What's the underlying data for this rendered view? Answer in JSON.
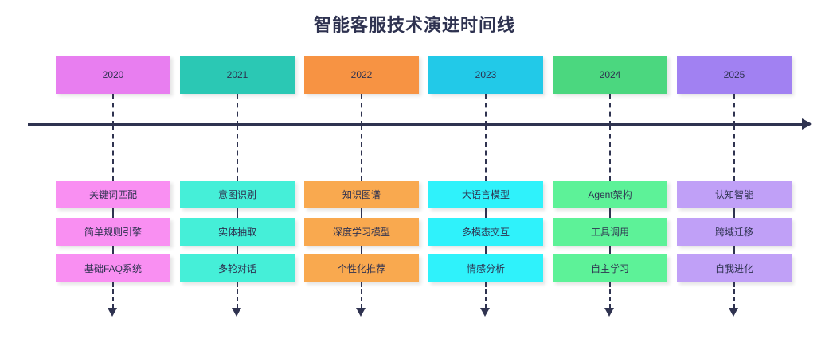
{
  "title": "智能客服技术演进时间线",
  "axis": {
    "name": "timeline-axis",
    "arrow_direction": "right"
  },
  "colors": {
    "text": "#2e3250",
    "axis": "#2f3350",
    "background": "#ffffff"
  },
  "columns": [
    {
      "year": "2020",
      "year_color": "#e87ef0",
      "tech_color": "#f98ff2",
      "items": [
        "关键词匹配",
        "简单规则引擎",
        "基础FAQ系统"
      ]
    },
    {
      "year": "2021",
      "year_color": "#2bc8b4",
      "tech_color": "#45efd8",
      "items": [
        "意图识别",
        "实体抽取",
        "多轮对话"
      ]
    },
    {
      "year": "2022",
      "year_color": "#f79343",
      "tech_color": "#f9a94f",
      "items": [
        "知识图谱",
        "深度学习模型",
        "个性化推荐"
      ]
    },
    {
      "year": "2023",
      "year_color": "#22c9e8",
      "tech_color": "#2ff2fb",
      "items": [
        "大语言模型",
        "多模态交互",
        "情感分析"
      ]
    },
    {
      "year": "2024",
      "year_color": "#4bd77f",
      "tech_color": "#5df298",
      "items": [
        "Agent架构",
        "工具调用",
        "自主学习"
      ]
    },
    {
      "year": "2025",
      "year_color": "#a181f2",
      "tech_color": "#c0a0f7",
      "items": [
        "认知智能",
        "跨域迁移",
        "自我进化"
      ]
    }
  ]
}
